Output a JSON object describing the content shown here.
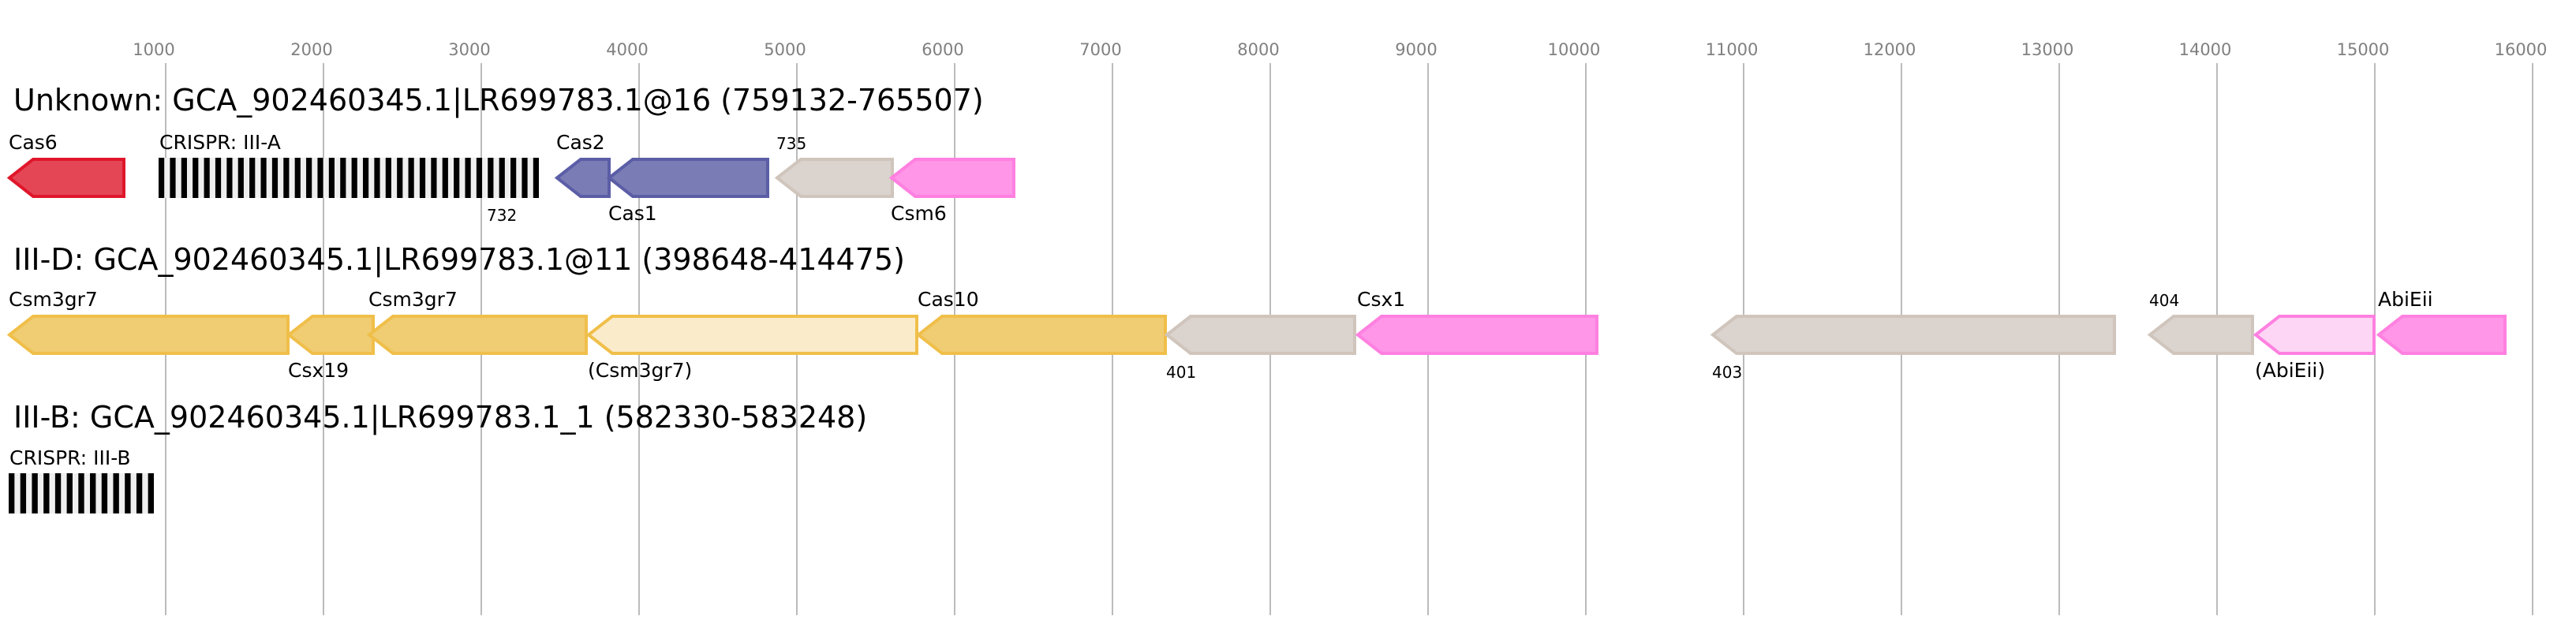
{
  "axis": {
    "min_bp": 0,
    "max_bp": 16000,
    "ticks": [
      1000,
      2000,
      3000,
      4000,
      5000,
      6000,
      7000,
      8000,
      9000,
      10000,
      11000,
      12000,
      13000,
      14000,
      15000,
      16000
    ],
    "tick_labels": [
      "1000",
      "2000",
      "3000",
      "4000",
      "5000",
      "6000",
      "7000",
      "8000",
      "9000",
      "10000",
      "11000",
      "12000",
      "13000",
      "14000",
      "15000",
      "16000"
    ]
  },
  "palette": {
    "red": {
      "fill": "#e44656",
      "stroke": "#e0162b"
    },
    "blue": {
      "fill": "#7a7db5",
      "stroke": "#5b5ea6"
    },
    "grey": {
      "fill": "#dbd3ce",
      "stroke": "#d0c5bc"
    },
    "pink": {
      "fill": "#ff96e8",
      "stroke": "#ff80e0"
    },
    "pink_light": {
      "fill": "#fdd6f5",
      "stroke": "#ff80e0"
    },
    "yellow": {
      "fill": "#f0cc72",
      "stroke": "#f0bf4a"
    },
    "yellow_light": {
      "fill": "#faebca",
      "stroke": "#f0bf4a"
    },
    "crispr": {
      "dark": "#000000",
      "light": "#efefef"
    }
  },
  "rows": [
    {
      "title": "Unknown: GCA_902460345.1|LR699783.1@16 (759132-765507)",
      "features": [
        {
          "type": "gene",
          "label": "Cas6",
          "start": 0,
          "end": 745,
          "strand": "-",
          "color": "red",
          "label_pos": "above",
          "label_small": false
        },
        {
          "type": "crispr",
          "label": "CRISPR: III-A",
          "start": 955,
          "end": 3365,
          "repeats": 34,
          "label_pos": "above"
        },
        {
          "type": "gene",
          "label": "Cas2",
          "start": 3470,
          "end": 3820,
          "strand": "-",
          "color": "blue",
          "label_pos": "above",
          "label_small": false
        },
        {
          "type": "gene",
          "label": "Cas1",
          "start": 3800,
          "end": 4825,
          "strand": "-",
          "color": "blue",
          "label_pos": "below",
          "label_small": false
        },
        {
          "type": "gene",
          "label": "735",
          "start": 4865,
          "end": 5615,
          "strand": "-",
          "color": "grey",
          "label_pos": "above",
          "label_small": true
        },
        {
          "type": "gene",
          "label": "Csm6",
          "start": 5590,
          "end": 6385,
          "strand": "-",
          "color": "pink",
          "label_pos": "below",
          "label_small": false
        }
      ],
      "extra_labels": [
        {
          "text": "732",
          "at_bp": 3035,
          "pos": "below",
          "small": true
        }
      ]
    },
    {
      "title": "III-D: GCA_902460345.1|LR699783.1@11 (398648-414475)",
      "features": [
        {
          "type": "gene",
          "label": "Csm3gr7",
          "start": 0,
          "end": 1785,
          "strand": "-",
          "color": "yellow",
          "label_pos": "above",
          "label_small": false
        },
        {
          "type": "gene",
          "label": "Csx19",
          "start": 1770,
          "end": 2325,
          "strand": "-",
          "color": "yellow",
          "label_pos": "below",
          "label_small": false
        },
        {
          "type": "gene",
          "label": "Csm3gr7",
          "start": 2280,
          "end": 3675,
          "strand": "-",
          "color": "yellow",
          "label_pos": "above",
          "label_small": false
        },
        {
          "type": "gene",
          "label": "(Csm3gr7)",
          "start": 3670,
          "end": 5770,
          "strand": "-",
          "color": "yellow_light",
          "label_pos": "below",
          "label_small": false
        },
        {
          "type": "gene",
          "label": "Cas10",
          "start": 5760,
          "end": 7345,
          "strand": "-",
          "color": "yellow",
          "label_pos": "above",
          "label_small": false
        },
        {
          "type": "gene",
          "label": "401",
          "start": 7335,
          "end": 8545,
          "strand": "-",
          "color": "grey",
          "label_pos": "below",
          "label_small": true
        },
        {
          "type": "gene",
          "label": "Csx1",
          "start": 8545,
          "end": 10080,
          "strand": "-",
          "color": "pink",
          "label_pos": "above",
          "label_small": false
        },
        {
          "type": "gene",
          "label": "403",
          "start": 10795,
          "end": 13360,
          "strand": "-",
          "color": "grey",
          "label_pos": "below",
          "label_small": true
        },
        {
          "type": "gene",
          "label": "404",
          "start": 13565,
          "end": 14235,
          "strand": "-",
          "color": "grey",
          "label_pos": "above",
          "label_small": true
        },
        {
          "type": "gene",
          "label": "(AbiEii)",
          "start": 14235,
          "end": 15005,
          "strand": "-",
          "color": "pink_light",
          "label_pos": "below",
          "label_small": false
        },
        {
          "type": "gene",
          "label": "AbiEii",
          "start": 15015,
          "end": 15835,
          "strand": "-",
          "color": "pink",
          "label_pos": "above",
          "label_small": false
        }
      ],
      "extra_labels": []
    },
    {
      "title": "III-B: GCA_902460345.1|LR699783.1_1 (582330-583248)",
      "features": [
        {
          "type": "crispr",
          "label": "CRISPR: III-B",
          "start": 5,
          "end": 925,
          "repeats": 13,
          "label_pos": "above"
        }
      ],
      "extra_labels": []
    }
  ]
}
